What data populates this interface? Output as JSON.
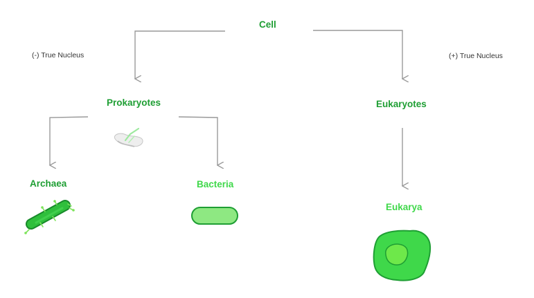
{
  "nodes": {
    "cell": "Cell",
    "prokaryotes": "Prokaryotes",
    "eukaryotes": "Eukaryotes",
    "archaea": "Archaea",
    "bacteria": "Bacteria",
    "eukarya": "Eukarya"
  },
  "conditions": {
    "no_nucleus": "(-) True Nucleus",
    "true_nucleus": "(+) True Nucleus"
  },
  "colors": {
    "arrow": "#999999",
    "dark_green": "#1e9e33",
    "light_green": "#3fd84a",
    "text_dark": "#333333"
  }
}
